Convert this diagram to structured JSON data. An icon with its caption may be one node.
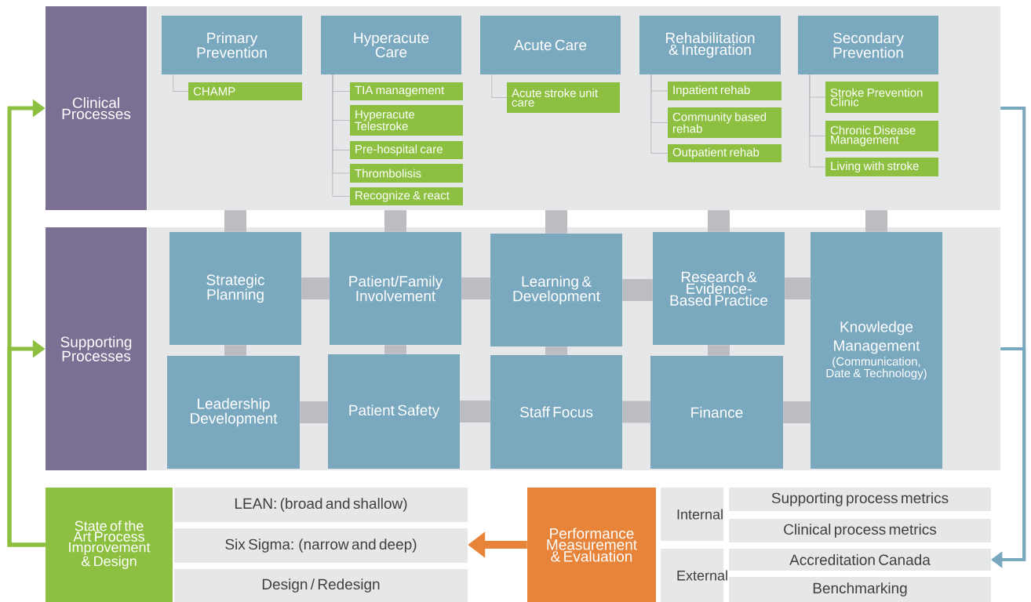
{
  "diagram": {
    "nodes": [
      {
        "text": [
          "Clinical Processes"
        ]
      },
      {
        "text": [],
        "shape": "box"
      },
      {
        "text": [
          "Primary Prevention"
        ],
        "in": 1
      },
      {
        "text": [
          "CHAMP"
        ],
        "in": 1
      },
      {
        "text": [
          "Hyperacute Care"
        ],
        "in": 1
      },
      {
        "text": [
          "TIA management"
        ],
        "in": 1
      },
      {
        "text": [
          "Hyperacute Telestroke"
        ],
        "in": 1
      },
      {
        "text": [
          "Pre-hospital care"
        ],
        "in": 1
      },
      {
        "text": [
          "Thrombolisis"
        ],
        "in": 1
      },
      {
        "text": [
          "Recognize & react"
        ],
        "in": 1
      },
      {
        "text": [
          "Acute Care"
        ],
        "in": 1
      },
      {
        "text": [
          "Acute stroke unit care"
        ],
        "in": 1
      },
      {
        "text": [
          "Rehabilitation & Integration"
        ],
        "in": 1
      },
      {
        "text": [
          "Inpatient rehab"
        ],
        "in": 1
      },
      {
        "text": [
          "Community based rehab"
        ],
        "in": 1
      },
      {
        "text": [
          "Outpatient rehab"
        ],
        "in": 1
      },
      {
        "text": [
          "Secondary Prevention"
        ],
        "in": 1
      },
      {
        "text": [
          "Stroke Prevention Clinic"
        ],
        "in": 1
      },
      {
        "text": [
          "Chronic Disease Management"
        ],
        "in": 1
      },
      {
        "text": [
          "Living with stroke"
        ],
        "in": 1
      },
      {
        "text": [
          "Supporting Processes"
        ]
      },
      {
        "text": [],
        "shape": "box"
      },
      {
        "text": [
          "Strategic Planning"
        ],
        "in": 21
      },
      {
        "text": [
          "Patient/Family Involvement"
        ],
        "in": 21
      },
      {
        "text": [
          "Learning & Development"
        ],
        "in": 21
      },
      {
        "text": [
          "Research & Evidence-Based Practice"
        ],
        "in": 21
      },
      {
        "text": [
          "Knowledge Management",
          "(Communication, Date & Technology)"
        ],
        "in": 21
      },
      {
        "text": [
          "Leadership Development"
        ],
        "in": 21
      },
      {
        "text": [
          "Patient Safety"
        ],
        "in": 21
      },
      {
        "text": [
          "Staff Focus"
        ],
        "in": 21
      },
      {
        "text": [
          "Finance"
        ],
        "in": 21
      },
      {
        "text": [
          "State of the Art Process Improvement & Design"
        ]
      },
      {
        "text": [
          "LEAN: (broad and shallow)"
        ]
      },
      {
        "text": [
          "Six Sigma: (narrow and deep)"
        ]
      },
      {
        "text": [
          "Design / Redesign"
        ]
      },
      {
        "text": [
          "Performance Measurement & Evaluation"
        ]
      },
      {
        "text": [
          "Internal"
        ]
      },
      {
        "text": [
          "External"
        ]
      },
      {
        "text": [
          "Supporting process metrics"
        ]
      },
      {
        "text": [
          "Clinical process metrics"
        ]
      },
      {
        "text": [
          "Accreditation Canada"
        ]
      },
      {
        "text": [
          "Benchmarking"
        ]
      }
    ],
    "edges": [
      {
        "from": 2,
        "to": 3,
        "arrow": "none"
      },
      {
        "from": 4,
        "to": 5,
        "arrow": "none"
      },
      {
        "from": 4,
        "to": 6,
        "arrow": "none"
      },
      {
        "from": 4,
        "to": 7,
        "arrow": "none"
      },
      {
        "from": 4,
        "to": 8,
        "arrow": "none"
      },
      {
        "from": 4,
        "to": 9,
        "arrow": "none"
      },
      {
        "from": 10,
        "to": 11,
        "arrow": "none"
      },
      {
        "from": 12,
        "to": 13,
        "arrow": "none"
      },
      {
        "from": 12,
        "to": 14,
        "arrow": "none"
      },
      {
        "from": 12,
        "to": 15,
        "arrow": "none"
      },
      {
        "from": 16,
        "to": 17,
        "arrow": "none"
      },
      {
        "from": 16,
        "to": 18,
        "arrow": "none"
      },
      {
        "from": 16,
        "to": 19,
        "arrow": "none"
      },
      {
        "from": 1,
        "to": 22,
        "arrow": "none",
        "style": "thick"
      },
      {
        "from": 1,
        "to": 23,
        "arrow": "none",
        "style": "thick"
      },
      {
        "from": 1,
        "to": 24,
        "arrow": "none",
        "style": "thick"
      },
      {
        "from": 1,
        "to": 25,
        "arrow": "none",
        "style": "thick"
      },
      {
        "from": 1,
        "to": 26,
        "arrow": "none",
        "style": "thick"
      },
      {
        "from": 22,
        "to": 23,
        "arrow": "none",
        "style": "thick"
      },
      {
        "from": 23,
        "to": 24,
        "arrow": "none",
        "style": "thick"
      },
      {
        "from": 24,
        "to": 25,
        "arrow": "none",
        "style": "thick"
      },
      {
        "from": 25,
        "to": 26,
        "arrow": "none",
        "style": "thick"
      },
      {
        "from": 27,
        "to": 28,
        "arrow": "none",
        "style": "thick"
      },
      {
        "from": 28,
        "to": 29,
        "arrow": "none",
        "style": "thick"
      },
      {
        "from": 29,
        "to": 30,
        "arrow": "none",
        "style": "thick"
      },
      {
        "from": 30,
        "to": 26,
        "arrow": "none",
        "style": "thick"
      },
      {
        "from": 22,
        "to": 27,
        "arrow": "none",
        "style": "thick"
      },
      {
        "from": 23,
        "to": 28,
        "arrow": "none",
        "style": "thick"
      },
      {
        "from": 24,
        "to": 29,
        "arrow": "none",
        "style": "thick"
      },
      {
        "from": 25,
        "to": 30,
        "arrow": "none",
        "style": "thick"
      },
      {
        "from": 31,
        "to": 0,
        "arrow": "to",
        "color": "#8dc040"
      },
      {
        "from": 31,
        "to": 20,
        "arrow": "to",
        "color": "#8dc040"
      },
      {
        "from": 1,
        "to": 40,
        "arrow": "to",
        "color": "#7aa8bf"
      },
      {
        "from": 21,
        "to": 40,
        "arrow": "to",
        "color": "#7aa8bf"
      },
      {
        "from": 35,
        "to": 33,
        "arrow": "to",
        "color": "#e8833a"
      }
    ]
  }
}
